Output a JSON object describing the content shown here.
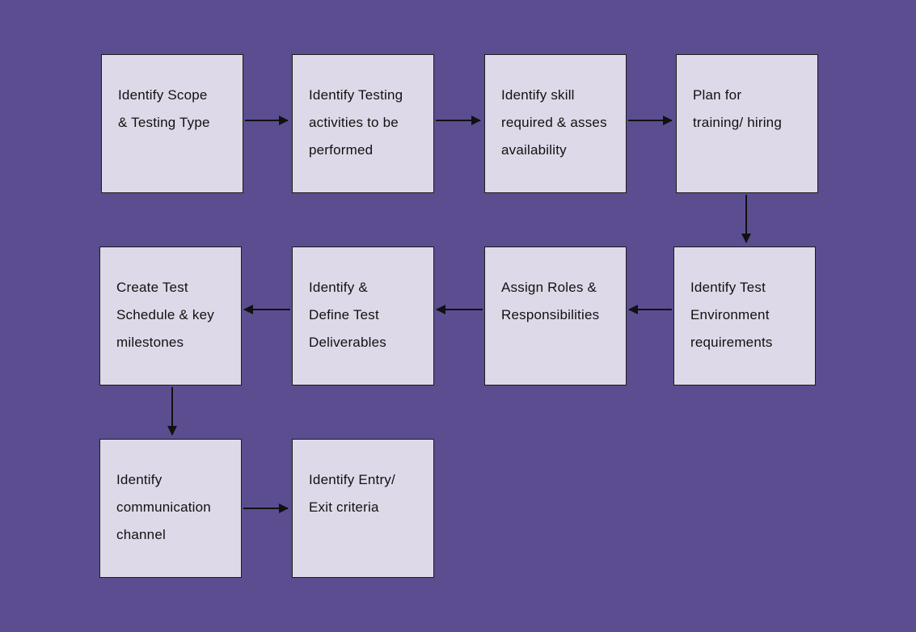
{
  "diagram": {
    "type": "flowchart",
    "colors": {
      "background": "#5c4d91",
      "node_fill": "#ded9e8",
      "node_border": "#1c1c1c",
      "arrow": "#111111",
      "text": "#111111"
    },
    "nodes": [
      {
        "id": "identify-scope-testing-type",
        "label": "Identify Scope\n& Testing Type"
      },
      {
        "id": "identify-testing-activities",
        "label": "Identify Testing\nactivities to be\nperformed"
      },
      {
        "id": "identify-skill-availability",
        "label": "Identify skill\nrequired & asses\navailability"
      },
      {
        "id": "plan-training-hiring",
        "label": "Plan for\ntraining/ hiring"
      },
      {
        "id": "create-test-schedule",
        "label": "Create Test\nSchedule & key\nmilestones"
      },
      {
        "id": "identify-define-deliverables",
        "label": "Identify &\nDefine Test\nDeliverables"
      },
      {
        "id": "assign-roles-responsibilities",
        "label": "Assign Roles &\nResponsibilities"
      },
      {
        "id": "identify-test-environment",
        "label": "Identify Test\nEnvironment\nrequirements"
      },
      {
        "id": "identify-communication-channel",
        "label": "Identify\ncommunication\nchannel"
      },
      {
        "id": "identify-entry-exit-criteria",
        "label": "Identify Entry/\nExit criteria"
      }
    ],
    "edges": [
      {
        "from": "identify-scope-testing-type",
        "to": "identify-testing-activities",
        "direction": "right"
      },
      {
        "from": "identify-testing-activities",
        "to": "identify-skill-availability",
        "direction": "right"
      },
      {
        "from": "identify-skill-availability",
        "to": "plan-training-hiring",
        "direction": "right"
      },
      {
        "from": "plan-training-hiring",
        "to": "identify-test-environment",
        "direction": "down"
      },
      {
        "from": "identify-test-environment",
        "to": "assign-roles-responsibilities",
        "direction": "left"
      },
      {
        "from": "assign-roles-responsibilities",
        "to": "identify-define-deliverables",
        "direction": "left"
      },
      {
        "from": "identify-define-deliverables",
        "to": "create-test-schedule",
        "direction": "left"
      },
      {
        "from": "create-test-schedule",
        "to": "identify-communication-channel",
        "direction": "down"
      },
      {
        "from": "identify-communication-channel",
        "to": "identify-entry-exit-criteria",
        "direction": "right"
      }
    ]
  }
}
